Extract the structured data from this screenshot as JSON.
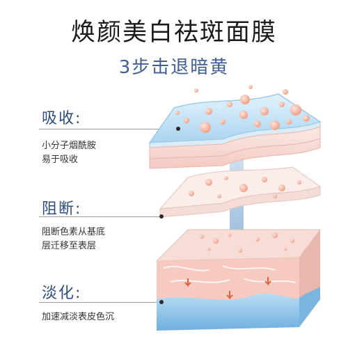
{
  "title": "焕颜美白祛斑面膜",
  "subtitle": "3步击退暗黄",
  "steps": [
    {
      "title": "吸收:",
      "line1": "小分子烟酰胺",
      "line2": "易于吸收"
    },
    {
      "title": "阻断:",
      "line1": "阻断色素从基底",
      "line2": "层迁移至表层"
    },
    {
      "title": "淡化:",
      "line1": "加速减淡表皮色沉",
      "line2": ""
    }
  ],
  "colors": {
    "accent": "#3f5f93",
    "skin": "#f6d6d0",
    "layer_blue": "#bfe0f4",
    "particle": "#f2a98f"
  }
}
